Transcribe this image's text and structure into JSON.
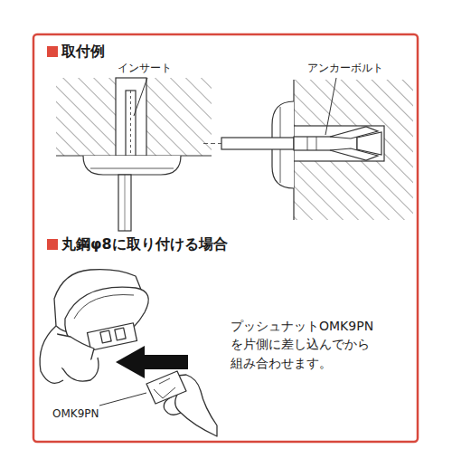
{
  "diagram": {
    "labels": [
      "取付例",
      "インサート",
      "アンカーボルト",
      "丸鋼φ8に取り付ける場合",
      "プッシュナットOMK9PN を片側に差し込んでから 組み合わせます。",
      "OMK9PN"
    ]
  }
}
